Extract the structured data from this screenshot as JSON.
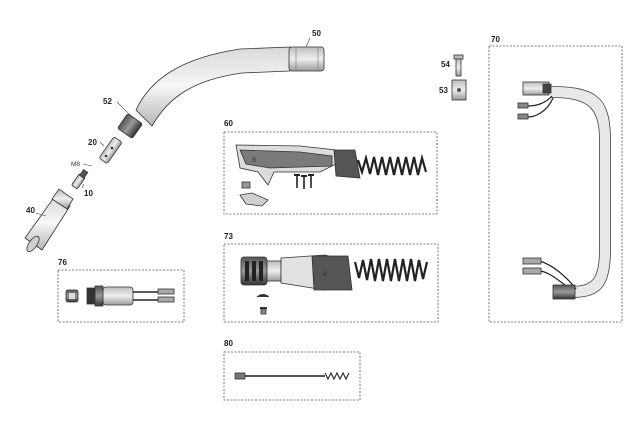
{
  "labels": {
    "p50": "50",
    "p52": "52",
    "p20": "20",
    "pM8": "M8",
    "p10": "10",
    "p40": "40",
    "p54": "54",
    "p53": "53",
    "p70": "70",
    "p60": "60",
    "p73": "73",
    "p76": "76",
    "p80": "80"
  }
}
